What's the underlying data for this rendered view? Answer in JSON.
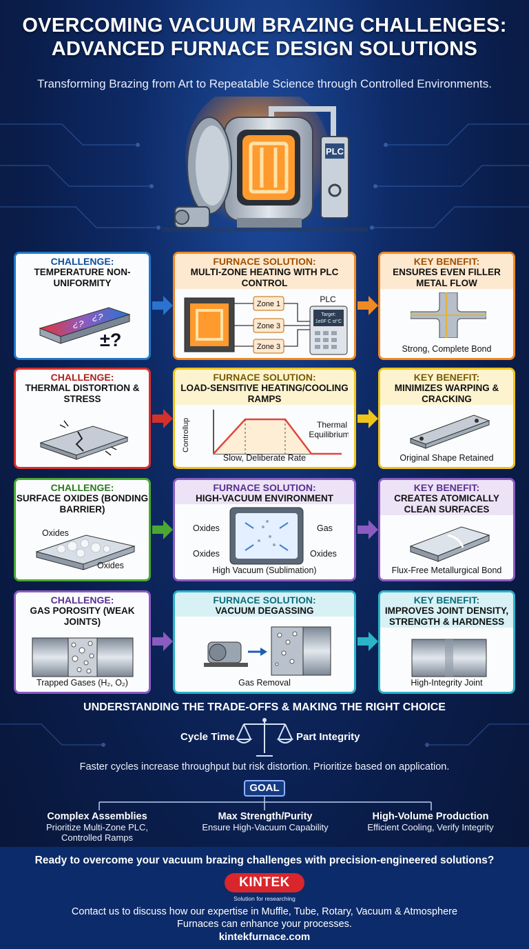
{
  "title": {
    "line1": "OVERCOMING VACUUM BRAZING CHALLENGES:",
    "line2": "ADVANCED FURNACE DESIGN SOLUTIONS"
  },
  "subtitle": "Transforming Brazing from Art to Repeatable Science through Controlled Environments.",
  "hero": {
    "plc_label": "PLC"
  },
  "rows": [
    {
      "challenge": {
        "kicker": "CHALLENGE:",
        "title": "TEMPERATURE NON-UNIFORMITY",
        "symbol": "±?",
        "q1": "¿?",
        "q2": "¿?"
      },
      "solution": {
        "kicker": "FURNACE SOLUTION:",
        "title": "MULTI-ZONE HEATING WITH PLC CONTROL",
        "zone1": "Zone 1",
        "zone2": "Zone 3",
        "zone3": "Zone 3",
        "plc": "PLC",
        "screen1": "Target:",
        "screen2": "1e0F C st°C"
      },
      "benefit": {
        "kicker": "KEY BENEFIT:",
        "title": "ENSURES EVEN FILLER METAL FLOW",
        "caption": "Strong, Complete Bond"
      },
      "colors": {
        "challenge": "#1f78c8",
        "solution": "#f08a24",
        "benefit": "#f08a24"
      }
    },
    {
      "challenge": {
        "kicker": "CHALLENGE:",
        "title": "THERMAL DISTORTION & STRESS"
      },
      "solution": {
        "kicker": "FURNACE SOLUTION:",
        "title": "LOAD-SENSITIVE HEATING/COOLING RAMPS",
        "ylabel": "Controllup",
        "eq1": "Thermal",
        "eq2": "Equilibrium",
        "caption": "Slow, Deliberate Rate"
      },
      "benefit": {
        "kicker": "KEY BENEFIT:",
        "title": "MINIMIZES WARPING & CRACKING",
        "caption": "Original Shape Retained"
      },
      "colors": {
        "challenge": "#d6302b",
        "solution": "#f0c419",
        "benefit": "#f0c419"
      }
    },
    {
      "challenge": {
        "kicker": "CHALLENGE:",
        "title": "SURFACE OXIDES (BONDING BARRIER)",
        "label1": "Oxides",
        "label2": "Oxides"
      },
      "solution": {
        "kicker": "FURNACE SOLUTION:",
        "title": "HIGH-VACUUM ENVIRONMENT",
        "l1": "Oxides",
        "l2": "Oxides",
        "r1": "Gas",
        "r2": "Oxides",
        "caption": "High Vacuum (Sublimation)"
      },
      "benefit": {
        "kicker": "KEY BENEFIT:",
        "title": "CREATES ATOMICALLY CLEAN SURFACES",
        "caption": "Flux-Free Metallurgical Bond"
      },
      "colors": {
        "challenge": "#4aa832",
        "solution": "#8a5cc0",
        "benefit": "#8a5cc0"
      }
    },
    {
      "challenge": {
        "kicker": "CHALLENGE:",
        "title": "GAS POROSITY (WEAK JOINTS)",
        "caption": "Trapped Gases (H₂, O₂)"
      },
      "solution": {
        "kicker": "FURNACE SOLUTION:",
        "title": "VACUUM DEGASSING",
        "caption": "Gas Removal"
      },
      "benefit": {
        "kicker": "KEY BENEFIT:",
        "title": "IMPROVES JOINT DENSITY, STRENGTH & HARDNESS",
        "caption": "High-Integrity Joint"
      },
      "colors": {
        "challenge": "#8a5cc0",
        "solution": "#2bb3c8",
        "benefit": "#2bb3c8"
      }
    }
  ],
  "tradeoffs": {
    "heading": "UNDERSTANDING THE TRADE-OFFS & MAKING THE RIGHT CHOICE",
    "left": "Cycle Time",
    "right": "Part Integrity",
    "note": "Faster cycles increase throughput but risk distortion. Prioritize based on application.",
    "goal": "GOAL",
    "options": [
      {
        "name": "Complex Assemblies",
        "desc": "Prioritize Multi-Zone PLC, Controlled Ramps"
      },
      {
        "name": "Max Strength/Purity",
        "desc": "Ensure High-Vacuum Capability"
      },
      {
        "name": "High-Volume Production",
        "desc": "Efficient Cooling, Verify Integrity"
      }
    ]
  },
  "footer": {
    "cta": "Ready to overcome your vacuum brazing challenges with precision-engineered solutions?",
    "logo": "KINTEK",
    "tagline": "Solution for researching",
    "contact": "Contact us to discuss how our expertise in Muffle, Tube, Rotary, Vacuum & Atmosphere Furnaces can enhance your processes.",
    "url": "kintekfurnace.com"
  }
}
